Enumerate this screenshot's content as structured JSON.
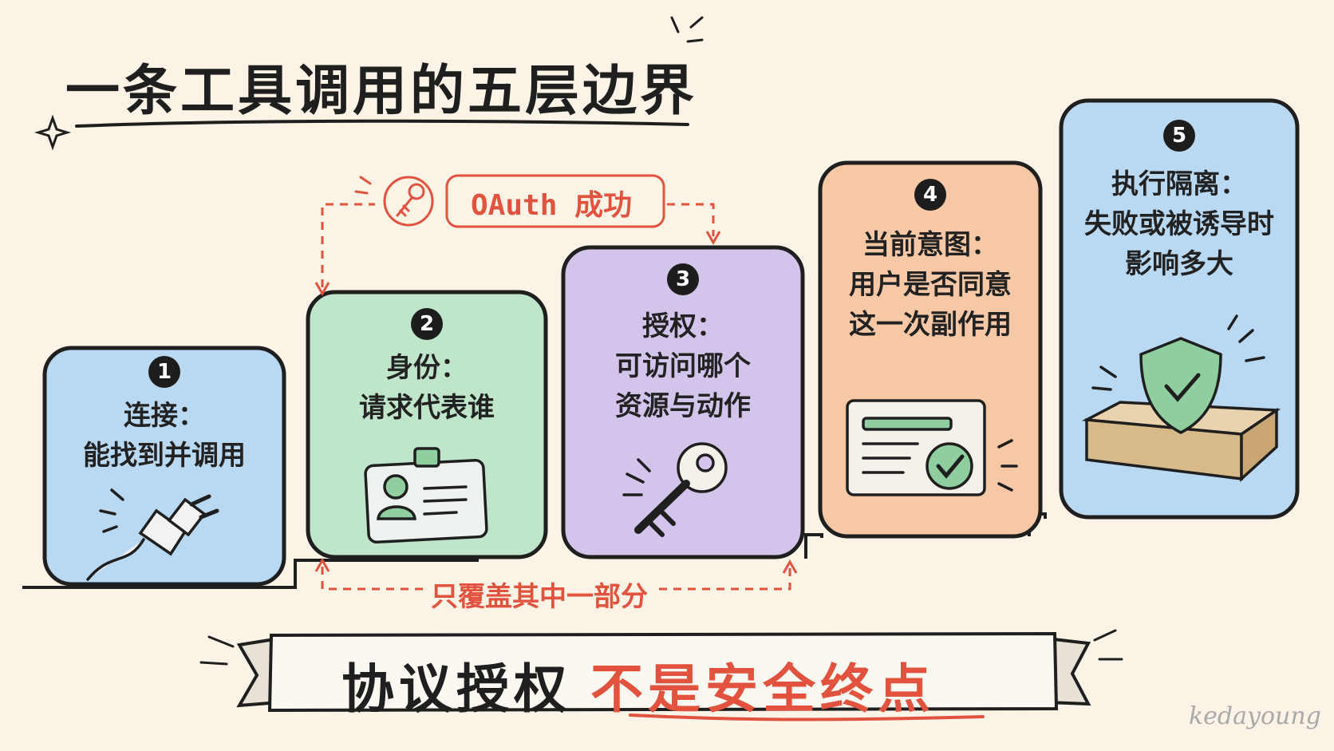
{
  "title": "一条工具调用的五层边界",
  "colors": {
    "background": "#faf3e6",
    "accent_red": "#e2533f",
    "ink": "#1f1f1f",
    "card_blue": "#b9d8f2",
    "card_green": "#bfe5cb",
    "card_purple": "#d2c4ea",
    "card_orange": "#f6c8a6"
  },
  "layers": [
    {
      "number": "1",
      "line1": "连接：",
      "line2": "能找到并调用",
      "line3": "",
      "icon": "plug-icon"
    },
    {
      "number": "2",
      "line1": "身份：",
      "line2": "请求代表谁",
      "line3": "",
      "icon": "id-badge-icon"
    },
    {
      "number": "3",
      "line1": "授权：",
      "line2": "可访问哪个",
      "line3": "资源与动作",
      "icon": "key-icon"
    },
    {
      "number": "4",
      "line1": "当前意图：",
      "line2": "用户是否同意",
      "line3": "这一次副作用",
      "icon": "consent-check-icon"
    },
    {
      "number": "5",
      "line1": "执行隔离：",
      "line2": "失败或被诱导时",
      "line3": "影响多大",
      "icon": "sandbox-shield-icon"
    }
  ],
  "oauth": {
    "prefix": "OAuth",
    "suffix": "成功",
    "icon": "key-icon"
  },
  "partial_note": "只覆盖其中一部分",
  "banner": {
    "part1": "协议授权",
    "part2": "不是安全终点"
  },
  "signature": "kedayoung"
}
